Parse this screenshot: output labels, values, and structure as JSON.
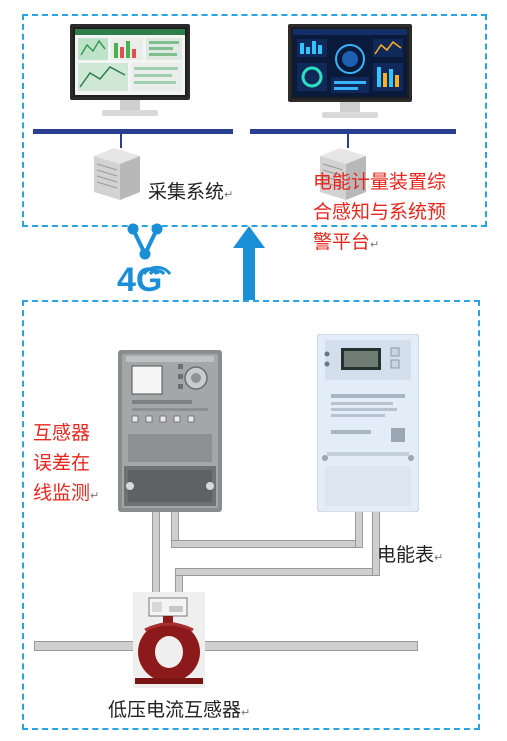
{
  "diagram": {
    "top_box": {
      "collection_label": "采集系统",
      "platform_label_lines": [
        "电能计量装置综",
        "合感知与系统预",
        "警平台"
      ]
    },
    "network": {
      "badge": "4G"
    },
    "bottom_box": {
      "monitor_label_lines": [
        "互感器",
        "误差在",
        "线监测"
      ],
      "meter_label": "电能表",
      "ct_label": "低压电流互感器"
    },
    "return_mark": "↵"
  }
}
